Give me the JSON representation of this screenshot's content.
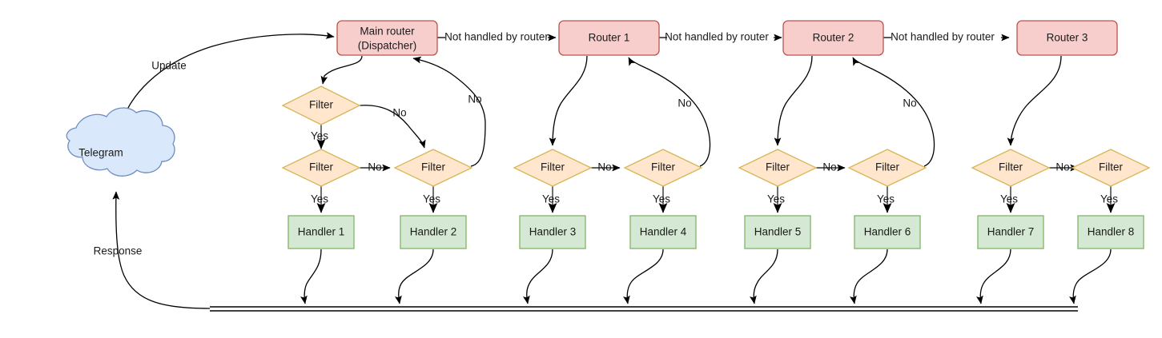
{
  "diagram": {
    "title": "Telegram bot update routing flow",
    "colors": {
      "router_fill": "#f8cecc",
      "router_stroke": "#b85450",
      "filter_fill": "#ffe6cc",
      "filter_stroke": "#d6b656",
      "handler_fill": "#d5e8d4",
      "handler_stroke": "#82b366",
      "cloud_fill": "#dae8fc",
      "cloud_stroke": "#6c8ebf",
      "edge": "#000000",
      "text": "#1a1a1a"
    },
    "cloud": {
      "label": "Telegram"
    },
    "routers": [
      {
        "id": "main-router",
        "line1": "Main router",
        "line2": "(Dispatcher)"
      },
      {
        "id": "router-1",
        "line1": "Router 1",
        "line2": ""
      },
      {
        "id": "router-2",
        "line1": "Router 2",
        "line2": ""
      },
      {
        "id": "router-3",
        "line1": "Router 3",
        "line2": ""
      }
    ],
    "filters": [
      {
        "id": "filter-top-1",
        "label": "Filter"
      },
      {
        "id": "filter-1",
        "label": "Filter"
      },
      {
        "id": "filter-2",
        "label": "Filter"
      },
      {
        "id": "filter-3",
        "label": "Filter"
      },
      {
        "id": "filter-4",
        "label": "Filter"
      },
      {
        "id": "filter-5",
        "label": "Filter"
      },
      {
        "id": "filter-6",
        "label": "Filter"
      },
      {
        "id": "filter-7",
        "label": "Filter"
      },
      {
        "id": "filter-8",
        "label": "Filter"
      }
    ],
    "handlers": [
      {
        "id": "handler-1",
        "label": "Handler 1"
      },
      {
        "id": "handler-2",
        "label": "Handler 2"
      },
      {
        "id": "handler-3",
        "label": "Handler 3"
      },
      {
        "id": "handler-4",
        "label": "Handler 4"
      },
      {
        "id": "handler-5",
        "label": "Handler 5"
      },
      {
        "id": "handler-6",
        "label": "Handler 6"
      },
      {
        "id": "handler-7",
        "label": "Handler 7"
      },
      {
        "id": "handler-8",
        "label": "Handler 8"
      }
    ],
    "edge_labels": {
      "update": "Update",
      "response": "Response",
      "not_handled_1": "Not handled by router",
      "not_handled_2": "Not handled by router",
      "not_handled_3": "Not handled by router",
      "no_top": "No",
      "no_back_main": "No",
      "no_1": "No",
      "no_2": "No",
      "no_back_1": "No",
      "no_3": "No",
      "no_back_2": "No",
      "no_4": "No",
      "yes_1": "Yes",
      "yes_2": "Yes",
      "yes_3": "Yes",
      "yes_4": "Yes",
      "yes_5": "Yes",
      "yes_6": "Yes",
      "yes_7": "Yes",
      "yes_8": "Yes",
      "yes_top": "Yes"
    }
  }
}
